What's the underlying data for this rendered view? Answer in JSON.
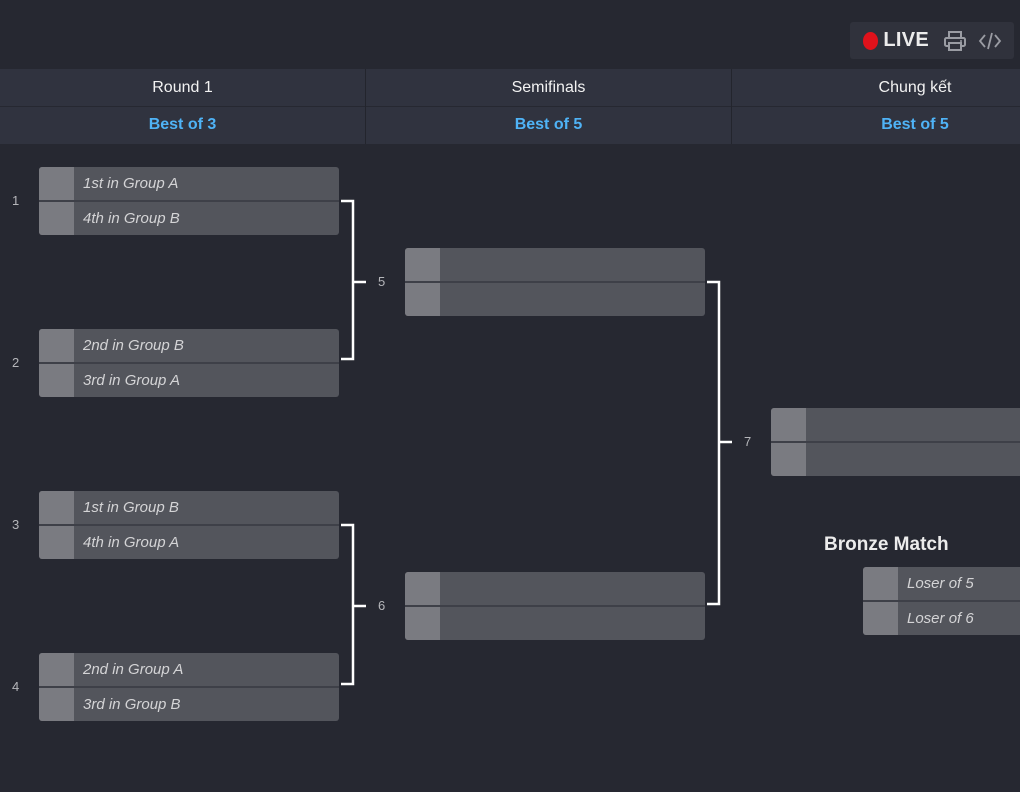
{
  "toolbar": {
    "live_label": "LIVE",
    "icons": [
      "live-dot-icon",
      "printer-icon",
      "embed-code-icon"
    ],
    "live_color": "#e0121b"
  },
  "rounds": [
    {
      "title": "Round 1",
      "format": "Best of 3"
    },
    {
      "title": "Semifinals",
      "format": "Best of 5"
    },
    {
      "title": "Chung kết",
      "format": "Best of 5"
    }
  ],
  "round1": [
    {
      "number": "1",
      "top": "1st in Group A",
      "bottom": "4th in Group B"
    },
    {
      "number": "2",
      "top": "2nd in Group B",
      "bottom": "3rd in Group A"
    },
    {
      "number": "3",
      "top": "1st in Group B",
      "bottom": "4th in Group A"
    },
    {
      "number": "4",
      "top": "2nd in Group A",
      "bottom": "3rd in Group B"
    }
  ],
  "semifinals": [
    {
      "number": "5",
      "top": "",
      "bottom": ""
    },
    {
      "number": "6",
      "top": "",
      "bottom": ""
    }
  ],
  "final": {
    "number": "7",
    "top": "",
    "bottom": ""
  },
  "bronze": {
    "title": "Bronze Match",
    "top": "Loser of 5",
    "bottom": "Loser of 6"
  },
  "colors": {
    "background": "#262831",
    "header": "#30333f",
    "accent": "#4fb3f6",
    "slot": "#53555c",
    "seed": "#7a7b81"
  }
}
